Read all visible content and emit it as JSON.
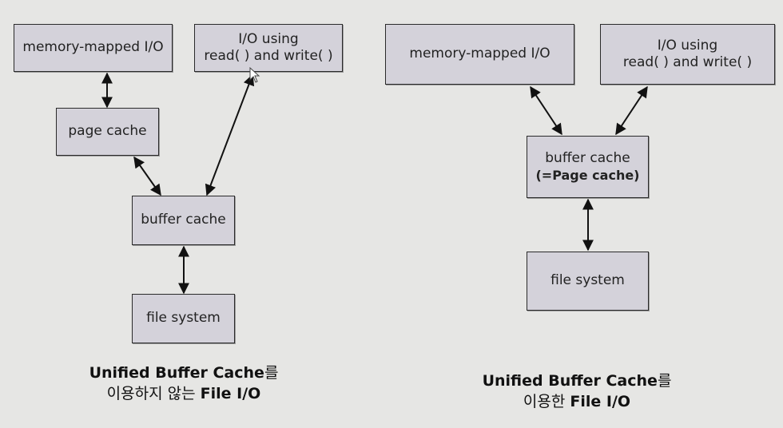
{
  "left": {
    "mmio": "memory-mapped I/O",
    "rw_line1": "I/O using",
    "rw_line2": "read( ) and write( )",
    "page_cache": "page cache",
    "buffer_cache": "buffer cache",
    "file_system": "file system",
    "caption_line1_en": "Unified Buffer Cache",
    "caption_line1_ko": "를",
    "caption_line2_ko": "이용하지 않는 ",
    "caption_line2_en": "File I/O"
  },
  "right": {
    "mmio": "memory-mapped I/O",
    "rw_line1": "I/O using",
    "rw_line2": "read( ) and write( )",
    "buffer_cache_line1": "buffer cache",
    "buffer_cache_line2": "(=Page cache)",
    "file_system": "file system",
    "caption_line1_en": "Unified Buffer Cache",
    "caption_line1_ko": "를",
    "caption_line2_ko": "이용한 ",
    "caption_line2_en": "File I/O"
  }
}
